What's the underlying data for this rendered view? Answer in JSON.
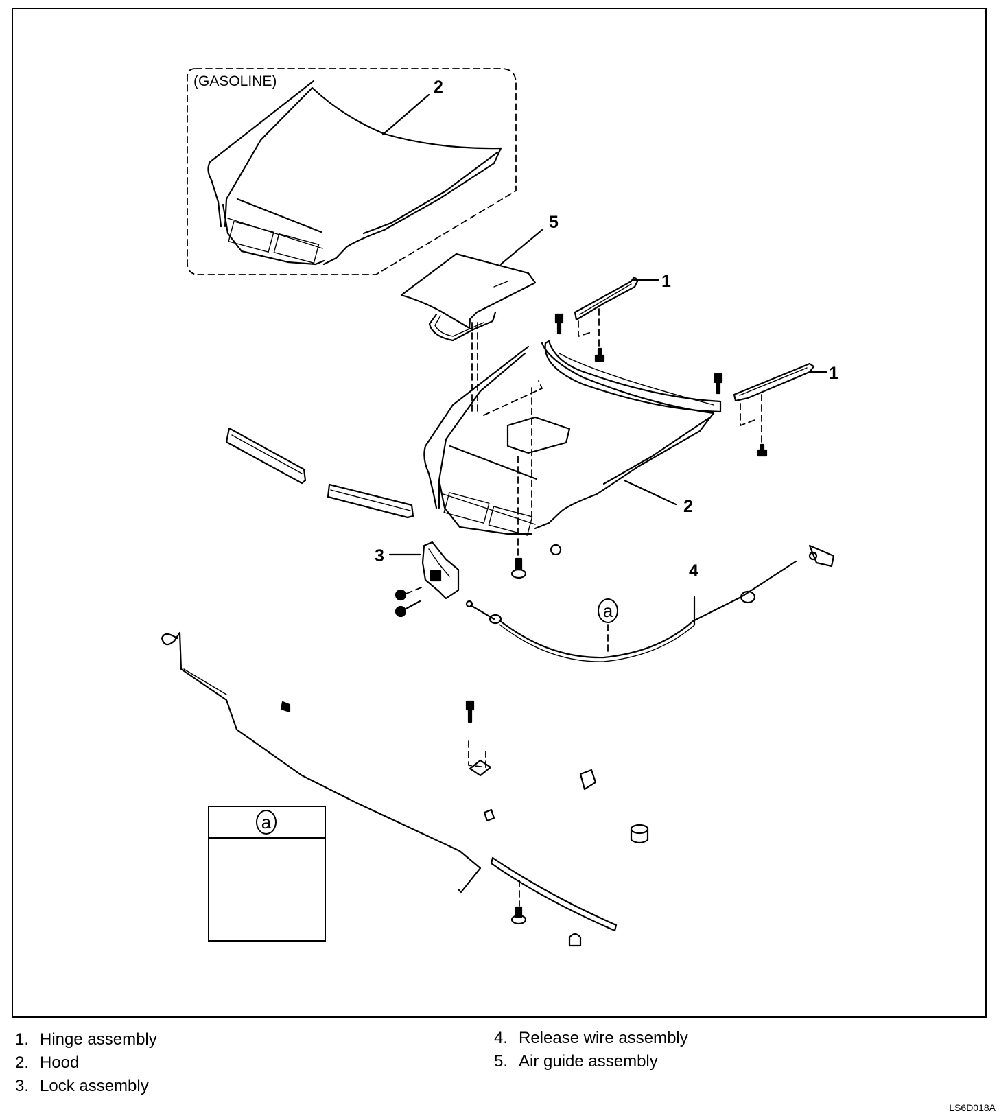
{
  "figure": {
    "variant_label": "(GASOLINE)",
    "detail_marker": "a",
    "figure_code": "LS6D018A",
    "callouts": {
      "hinge_upper": "1",
      "hinge_lower": "1",
      "hood_inset": "2",
      "hood_main": "2",
      "lock": "3",
      "release_wire": "4",
      "air_guide": "5"
    }
  },
  "legend": {
    "items": [
      {
        "number": "1.",
        "label": "Hinge assembly"
      },
      {
        "number": "2.",
        "label": "Hood"
      },
      {
        "number": "3.",
        "label": "Lock assembly"
      },
      {
        "number": "4.",
        "label": "Release wire assembly"
      },
      {
        "number": "5.",
        "label": "Air guide assembly"
      }
    ]
  }
}
